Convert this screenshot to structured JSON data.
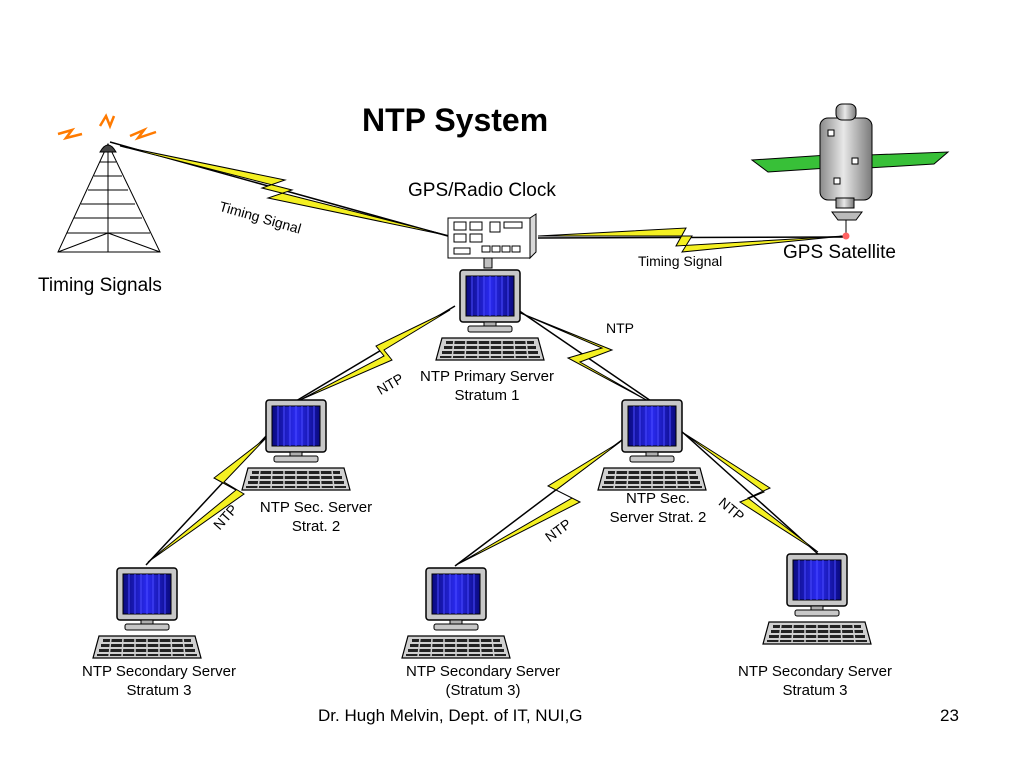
{
  "title": "NTP System",
  "labels": {
    "gps_radio_clock": "GPS/Radio Clock",
    "gps_satellite": "GPS Satellite",
    "timing_signals": "Timing Signals",
    "timing_signal_left": "Timing   Signal",
    "timing_signal_right": "Timing   Signal",
    "ntp_link": "NTP"
  },
  "nodes": {
    "primary": [
      "NTP Primary Server",
      "Stratum 1"
    ],
    "sec_left": [
      "NTP Sec. Server",
      "Strat. 2"
    ],
    "sec_right": [
      "NTP Sec.",
      "Server Strat. 2"
    ],
    "stratum3_left": [
      "NTP Secondary Server",
      "Stratum 3"
    ],
    "stratum3_mid": [
      "NTP Secondary Server",
      "(Stratum 3)"
    ],
    "stratum3_right": [
      "NTP Secondary Server",
      "Stratum 3"
    ]
  },
  "footer": {
    "author": "Dr. Hugh Melvin, Dept. of IT, NUI,G",
    "page_number": "23"
  },
  "colors": {
    "lightning": "#f4f022",
    "screen": "#1414c8",
    "monitor": "#c8c8c8",
    "satellite_panel": "#38c038"
  }
}
